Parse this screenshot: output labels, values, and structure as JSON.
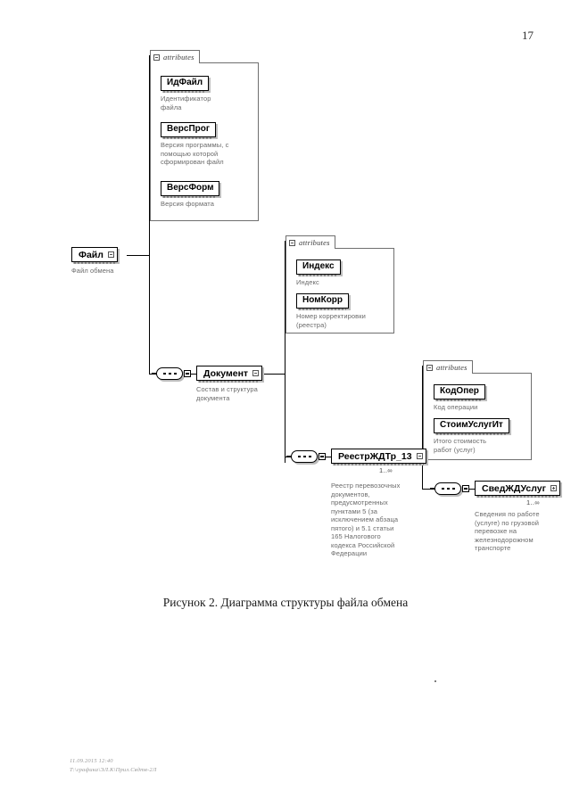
{
  "document": {
    "page_number": "17",
    "caption": "Рисунок 2. Диаграмма структуры файла обмена",
    "footer_line1": "11.09.2015 12:40",
    "footer_line2": "T:\\графика\\ЭЛ.К\\Прил.Свдтв-2Л"
  },
  "labels": {
    "attributes_tab": "attributes",
    "cardinality_many": "1..∞"
  },
  "nodes": {
    "file": {
      "name": "Файл",
      "description": "Файл обмена"
    },
    "document_node": {
      "name": "Документ",
      "description": "Состав и структура\nдокумента"
    },
    "registry": {
      "name": "РеестрЖДТр_13",
      "cardinality": "1..∞",
      "description": "Реестр перевозочных\nдокументов,\nпредусмотренных\nпунктами 5 (за\nисключением абзаца\nпятого) и 5.1 статьи\n165 Налогового\nкодекса Российской\nФедерации"
    },
    "service": {
      "name": "СведЖДУслуг",
      "cardinality": "1..∞",
      "description": "Сведения по работе\n(услуге) по грузовой\nперевозке на\nжелезнодорожном\nтранспорте"
    }
  },
  "attribute_groups": {
    "file_attrs": {
      "tab": "attributes",
      "items": [
        {
          "name": "ИдФайл",
          "description": "Идентификатор\nфайла"
        },
        {
          "name": "ВерсПрог",
          "description": "Версия программы, с\nпомощью которой\nсформирован файл"
        },
        {
          "name": "ВерсФорм",
          "description": "Версия формата"
        }
      ]
    },
    "document_attrs": {
      "tab": "attributes",
      "items": [
        {
          "name": "Индекс",
          "description": "Индекс"
        },
        {
          "name": "НомКорр",
          "description": "Номер корректировки\n(реестра)"
        }
      ]
    },
    "registry_attrs": {
      "tab": "attributes",
      "items": [
        {
          "name": "КодОпер",
          "description": "Код операции"
        },
        {
          "name": "СтоимУслугИт",
          "description": "Итого стоимость\nработ (услуг)"
        }
      ]
    }
  },
  "colors": {
    "line": "#000000",
    "description_text": "#6a6a6a",
    "panel_border": "#6f6f6f",
    "shadow": "#bdbdbd"
  }
}
